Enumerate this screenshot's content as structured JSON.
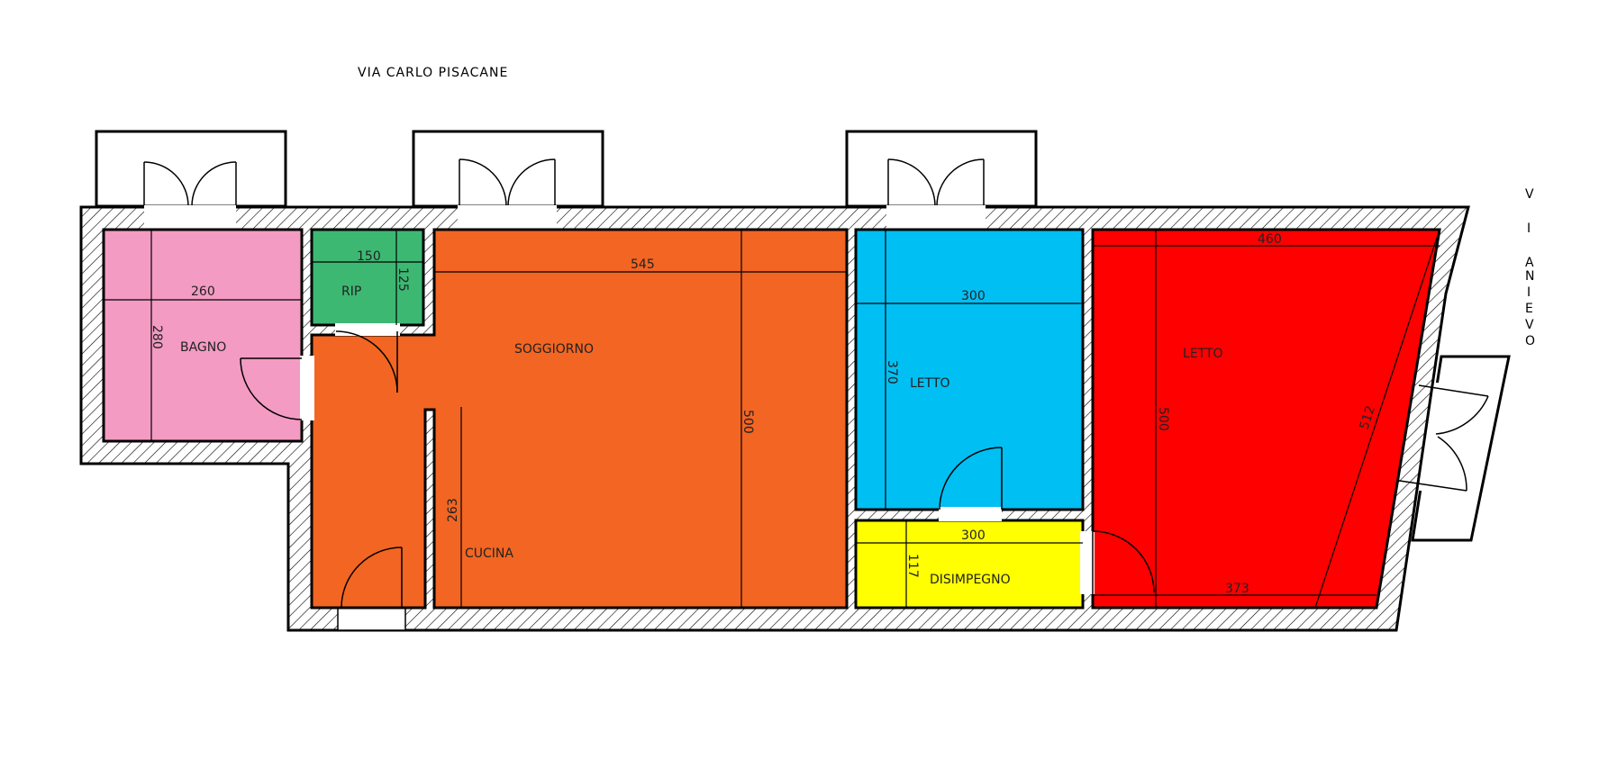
{
  "streets": {
    "top": "VIA  CARLO  PISACANE",
    "right_letters": [
      "V",
      "I",
      "A",
      "N",
      "I",
      "E",
      "V",
      "O"
    ]
  },
  "rooms": {
    "bagno": {
      "name": "BAGNO",
      "color": "#F39BC3",
      "dim_width": "260",
      "dim_height": "280"
    },
    "rip": {
      "name": "RIP",
      "color": "#3DB873",
      "dim_width": "150",
      "dim_height": "125"
    },
    "soggiorno": {
      "name": "SOGGIORNO",
      "color": "#F26522",
      "dim_width": "545",
      "dim_height": "500"
    },
    "cucina": {
      "name": "CUCINA",
      "dim_height": "263"
    },
    "letto1": {
      "name": "LETTO",
      "color": "#00BFF3",
      "dim_width": "300",
      "dim_height": "370"
    },
    "disimpegno": {
      "name": "DISIMPEGNO",
      "color": "#FFFF00",
      "dim_width": "300",
      "dim_height": "117"
    },
    "letto2": {
      "name": "LETTO",
      "color": "#FF0000",
      "dim_top": "460",
      "dim_bottom": "373",
      "dim_height": "500",
      "dim_diag": "512"
    }
  },
  "colors": {
    "wall_fill": "#ffffff",
    "hatch": "#000000",
    "line": "#000000"
  }
}
